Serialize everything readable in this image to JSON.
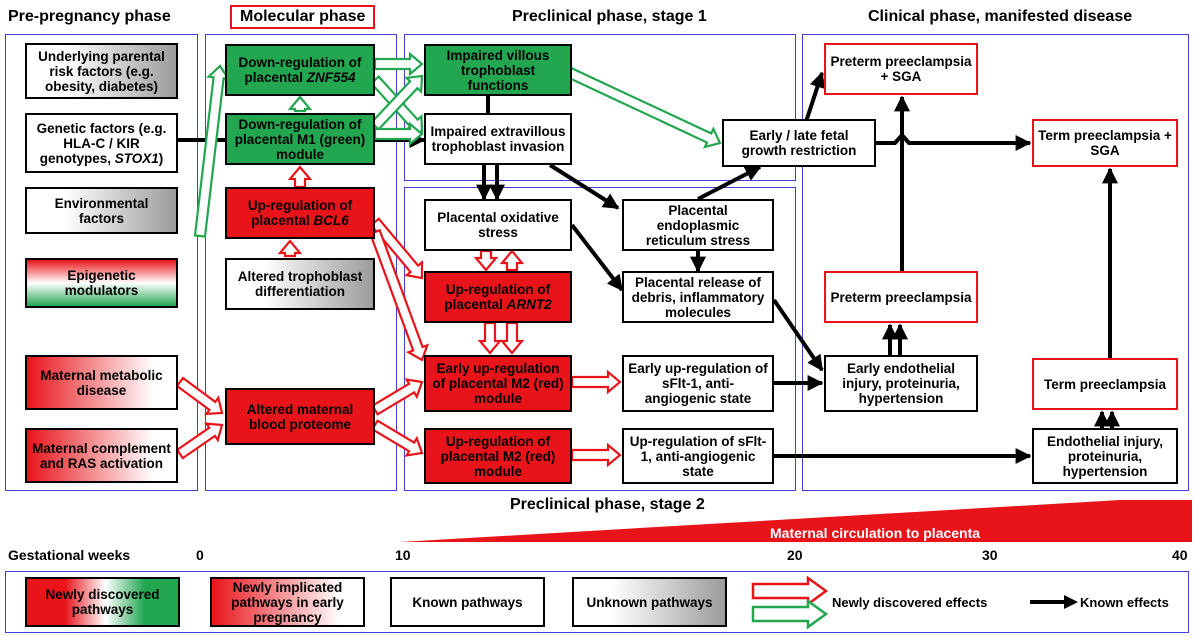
{
  "headings": {
    "prepregnancy": "Pre-pregnancy phase",
    "molecular": "Molecular phase",
    "preclinical1": "Preclinical phase, stage 1",
    "clinical": "Clinical phase, manifested disease",
    "preclinical2": "Preclinical phase, stage 2"
  },
  "prepregnancy": {
    "parental": "Underlying parental risk factors (e.g. obesity, diabetes)",
    "genetic_a": "Genetic factors (e.g. HLA-C / KIR genotypes, ",
    "genetic_b": "STOX1",
    "genetic_c": ")",
    "environmental": "Environmental factors",
    "epigenetic": "Epigenetic modulators",
    "metabolic": "Maternal metabolic disease",
    "complement": "Maternal complement and RAS activation"
  },
  "molecular": {
    "znf_a": "Down-regulation of placental ",
    "znf_b": "ZNF554",
    "m1": "Down-regulation of placental M1 (green) module",
    "bcl6_a": "Up-regulation of placental ",
    "bcl6_b": "BCL6",
    "altered_troph": "Altered trophoblast differentiation",
    "proteome": "Altered maternal blood proteome"
  },
  "stage1": {
    "villous": "Impaired villous trophoblast functions",
    "extravillous": "Impaired extravillous trophoblast invasion",
    "fgr": "Early / late fetal growth restriction"
  },
  "stage2": {
    "oxidative": "Placental oxidative stress",
    "er_stress": "Placental endoplasmic reticulum stress",
    "arnt2_a": "Up-regulation of placental ",
    "arnt2_b": "ARNT2",
    "debris": "Placental release of debris, inflammatory molecules",
    "early_m2": "Early up-regulation of placental M2 (red) module",
    "early_sflt": "Early up-regulation of sFlt-1, anti-angiogenic state",
    "m2": "Up-regulation of placental M2 (red) module",
    "sflt": "Up-regulation of sFlt-1, anti-angiogenic state"
  },
  "clinical": {
    "preterm_sga": "Preterm preeclampsia + SGA",
    "term_sga": "Term preeclampsia + SGA",
    "preterm": "Preterm preeclampsia",
    "early_endo": "Early endothelial injury, proteinuria, hypertension",
    "term": "Term preeclampsia",
    "endo": "Endothelial injury, proteinuria, hypertension"
  },
  "timeline": {
    "label": "Gestational weeks",
    "ticks": [
      "0",
      "10",
      "20",
      "30",
      "40"
    ],
    "circulation": "Maternal circulation to placenta"
  },
  "legend": {
    "new_discovered": "Newly discovered pathways",
    "newly_implicated": "Newly implicated pathways in early pregnancy",
    "known": "Known pathways",
    "unknown": "Unknown pathways",
    "new_effects": "Newly discovered effects",
    "known_effects": "Known effects"
  },
  "colors": {
    "red": "#e8141a",
    "green": "#22a650",
    "gray": "#9c9c9c",
    "panel_border": "#4040d8",
    "black": "#000000"
  }
}
